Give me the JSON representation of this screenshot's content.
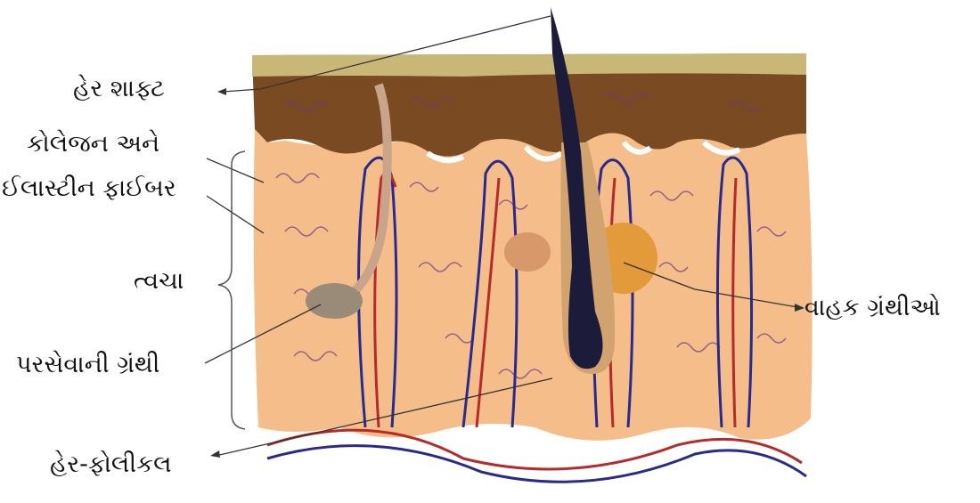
{
  "labels": {
    "hair_shaft": "હેર શાફ્ટ",
    "collagen_line1": "કોલેજન અને",
    "collagen_line2": "ઈલાસ્ટીન ફાઈબર",
    "skin": "ત્વચા",
    "sweat_gland": "પરસેવાની ગ્રંથી",
    "hair_follicle": "હેર-ફોલીકલ",
    "sebaceous_glands": "વાહક ગ્રંથીઓ"
  },
  "colors": {
    "epidermis": "#7a4a22",
    "surface": "#c9b777",
    "dermis": "#f4bd8a",
    "artery": "#b52b2b",
    "vein": "#2a2a8c",
    "hair": "#1c1c3a",
    "gland": "#e29a3a",
    "sweat_gland": "#9a8a78",
    "leader": "#333333"
  }
}
